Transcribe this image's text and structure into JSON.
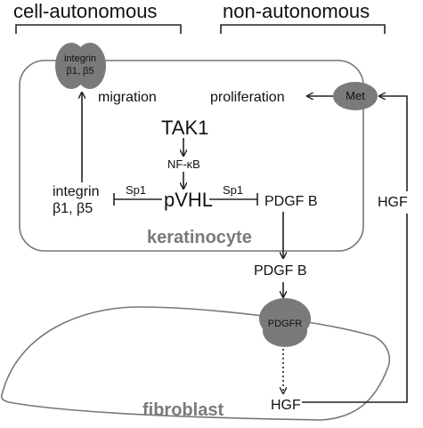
{
  "headers": {
    "left": "cell-autonomous",
    "right": "non-autonomous"
  },
  "cells": {
    "keratinocyte": "keratinocyte",
    "fibroblast": "fibroblast"
  },
  "receptors": {
    "integrin_line1": "integrin",
    "integrin_line2": "β1, β5",
    "met": "Met",
    "pdgfr": "PDGFR"
  },
  "nodes": {
    "migration": "migration",
    "proliferation": "proliferation",
    "tak1": "TAK1",
    "nfkb": "NF-κB",
    "pvhl": "pVHL",
    "integrin_line1": "integrin",
    "integrin_line2": "β1, β5",
    "sp1_left": "Sp1",
    "sp1_right": "Sp1",
    "pdgfb_inside": "PDGF B",
    "pdgfb_outside": "PDGF B",
    "hgf_right": "HGF",
    "hgf_bottom": "HGF"
  },
  "colors": {
    "receptor_fill": "#7a7a7a",
    "cell_label": "#7a7a7a",
    "line": "#222222"
  }
}
